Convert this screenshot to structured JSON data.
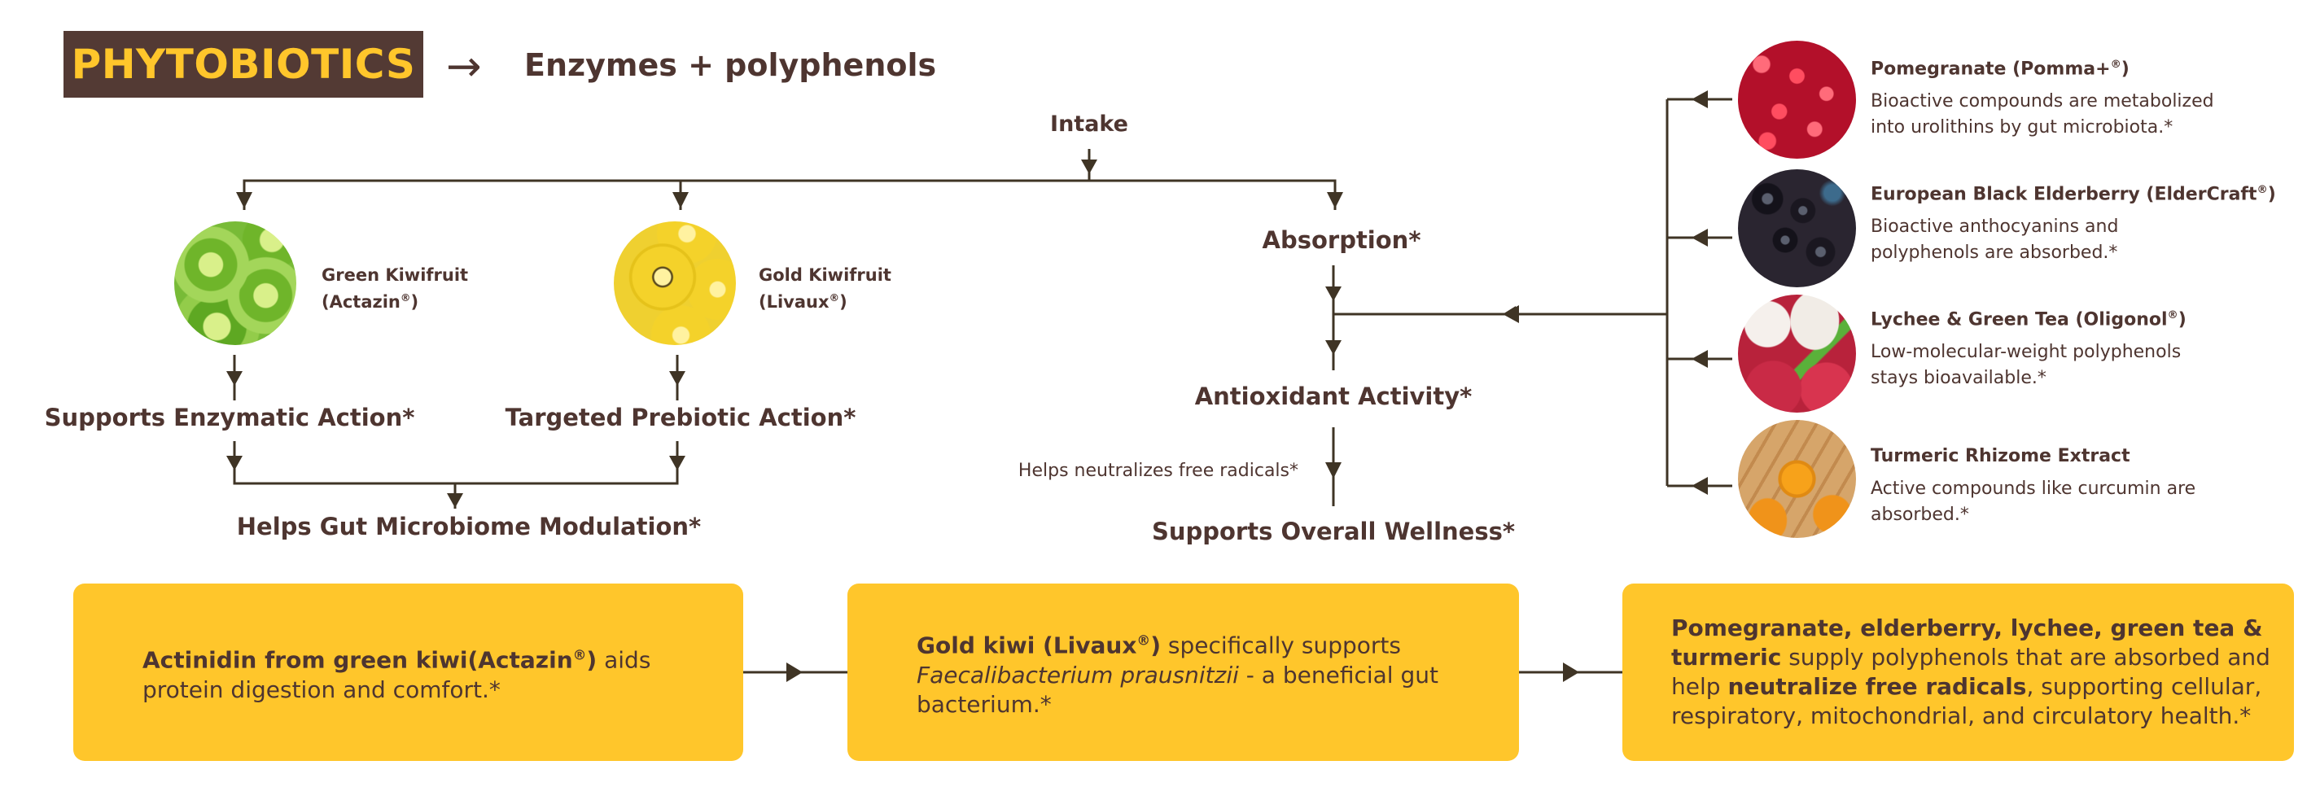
{
  "header": {
    "title": "PHYTOBIOTICS",
    "arrow": "→",
    "subtitle": "Enzymes + polyphenols"
  },
  "colors": {
    "brown": "#533a34",
    "text": "#4e3530",
    "yellow": "#ffc62b",
    "line": "#3f3425"
  },
  "flow": {
    "intake": "Intake",
    "absorption": "Absorption*",
    "antioxidant": "Antioxidant Activity*",
    "antioxidant_note": "Helps neutralizes free radicals*",
    "wellness": "Supports Overall Wellness*",
    "enzymatic": "Supports Enzymatic Action*",
    "prebiotic": "Targeted Prebiotic Action*",
    "microbiome": "Helps Gut Microbiome Modulation*"
  },
  "kiwis": [
    {
      "name": "Green Kiwifruit",
      "brand": "(Actazin",
      "reg": "®",
      "close": ")",
      "image": "green-kiwi-image"
    },
    {
      "name": "Gold Kiwifruit",
      "brand": "(Livaux",
      "reg": "®",
      "close": ")",
      "image": "gold-kiwi-image"
    }
  ],
  "ingredients": [
    {
      "title": "Pomegranate (Pomma+",
      "reg": "®",
      "close": ")",
      "desc": "Bioactive compounds are metabolized into urolithins by gut microbiota.*",
      "image": "pomegranate-image"
    },
    {
      "title": "European Black Elderberry (ElderCraft",
      "reg": "®",
      "close": ")",
      "desc": "Bioactive anthocyanins and polyphenols are absorbed.*",
      "image": "elderberry-image"
    },
    {
      "title": "Lychee & Green Tea (Oligonol",
      "reg": "®",
      "close": ")",
      "desc": "Low-molecular-weight polyphenols stays bioavailable.*",
      "image": "lychee-image"
    },
    {
      "title": "Turmeric Rhizome Extract",
      "reg": "",
      "close": "",
      "desc": "Active compounds like curcumin are absorbed.*",
      "image": "turmeric-image"
    }
  ],
  "boxes": [
    {
      "b1": "Actinidin from green kiwi(Actazin",
      "reg": "®",
      "b1_close": ")",
      "t1": " aids protein digestion and comfort.*"
    },
    {
      "b1": "Gold kiwi (Livaux",
      "reg": "®",
      "b1_close": ")",
      "t1": " specifically supports ",
      "i1": "Faecalibacterium prausnitzii",
      "t2": " - a beneficial gut bacterium.*"
    },
    {
      "b1": "Pomegranate, elderberry, lychee, green tea & turmeric",
      "t1": " supply polyphenols that are absorbed and help ",
      "b2": "neutralize free radicals",
      "t2": ", supporting cellular, respiratory, mitochondrial, and circulatory health.*"
    }
  ]
}
